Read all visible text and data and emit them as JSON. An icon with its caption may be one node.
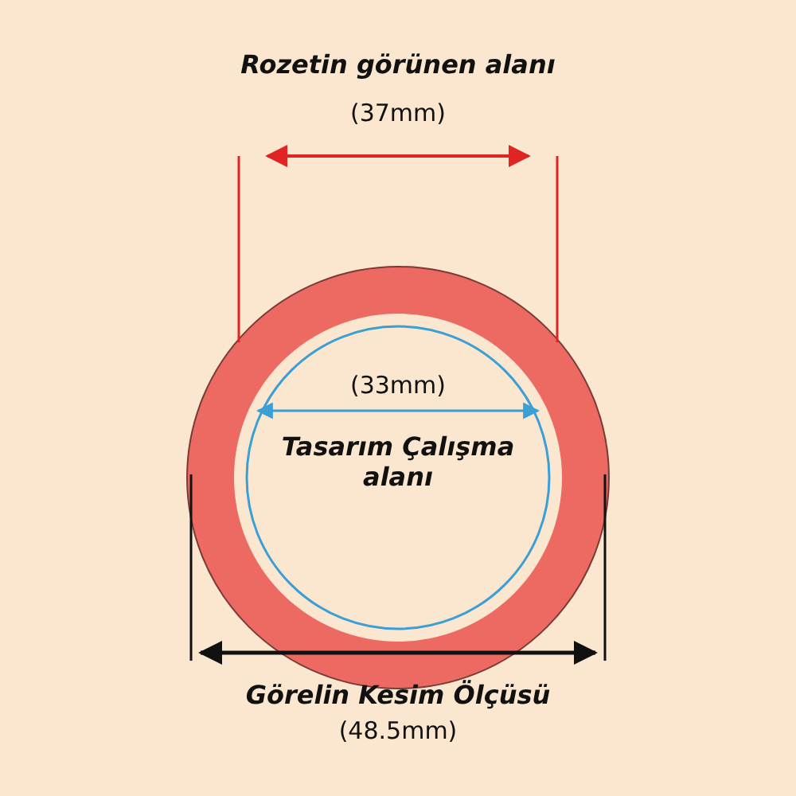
{
  "diagram": {
    "nodes": [
      {
        "text": [],
        "shape": "circle"
      },
      {
        "text": [
          "(33mm)",
          "Tasarım Çalışma alanı"
        ],
        "in": 0
      }
    ],
    "labels": [
      "Rozetin görünen alanı",
      "(37mm)",
      "Görelin Kesim Ölçüsü",
      "(48.5mm)"
    ]
  }
}
